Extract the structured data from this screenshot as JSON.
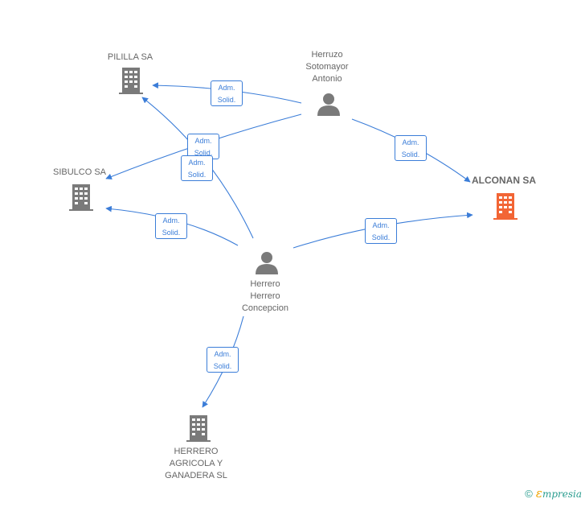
{
  "colors": {
    "edge": "#3b7dd8",
    "node": "#7a7a7a",
    "accent": "#f26535"
  },
  "nodes": {
    "pililla": {
      "label": "PILILLA SA",
      "icon": "building-icon"
    },
    "sibulco": {
      "label": "SIBULCO SA",
      "icon": "building-icon"
    },
    "alconan": {
      "label": "ALCONAN SA",
      "icon": "building-icon"
    },
    "herrero_agricola": {
      "label": "HERRERO\nAGRICOLA Y\nGANADERA  SL",
      "icon": "building-icon"
    },
    "herruzo": {
      "label": "Herruzo\nSotomayor\nAntonio",
      "icon": "person-icon"
    },
    "herrero": {
      "label": "Herrero\nHerrero\nConcepcion",
      "icon": "person-icon"
    }
  },
  "relations": {
    "herruzo_pililla": {
      "line1": "Adm.",
      "line2": "Solid."
    },
    "herruzo_sibulco": {
      "line1": "Adm.",
      "line2": "Solid."
    },
    "herruzo_alconan": {
      "line1": "Adm.",
      "line2": "Solid."
    },
    "herrero_pililla": {
      "line1": "Adm.",
      "line2": "Solid."
    },
    "herrero_sibulco": {
      "line1": "Adm.",
      "line2": "Solid."
    },
    "herrero_alconan": {
      "line1": "Adm.",
      "line2": "Solid."
    },
    "herrero_agricola": {
      "line1": "Adm.",
      "line2": "Solid."
    }
  },
  "footer": {
    "copyright": "©",
    "brand_initial": "ε",
    "brand_rest": "mpresia"
  }
}
